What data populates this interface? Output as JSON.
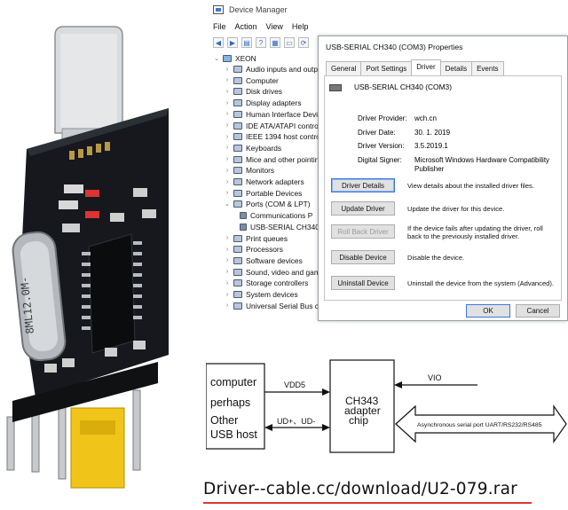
{
  "photo": {
    "chip_marking": "8ML12.0M-"
  },
  "device_manager": {
    "title": "Device Manager",
    "menu": [
      "File",
      "Action",
      "View",
      "Help"
    ],
    "root": "XEON",
    "tree": [
      {
        "label": "Audio inputs and outpu",
        "expanded": false
      },
      {
        "label": "Computer",
        "expanded": false
      },
      {
        "label": "Disk drives",
        "expanded": false
      },
      {
        "label": "Display adapters",
        "expanded": false
      },
      {
        "label": "Human Interface Devic",
        "expanded": false
      },
      {
        "label": "IDE ATA/ATAPI controlle",
        "expanded": false
      },
      {
        "label": "IEEE 1394 host controlle",
        "expanded": false
      },
      {
        "label": "Keyboards",
        "expanded": false
      },
      {
        "label": "Mice and other pointin",
        "expanded": false
      },
      {
        "label": "Monitors",
        "expanded": false
      },
      {
        "label": "Network adapters",
        "expanded": false
      },
      {
        "label": "Portable Devices",
        "expanded": false
      },
      {
        "label": "Ports (COM & LPT)",
        "expanded": true
      },
      {
        "label": "Communications P",
        "child": true
      },
      {
        "label": "USB-SERIAL CH340",
        "child": true
      },
      {
        "label": "Print queues",
        "expanded": false
      },
      {
        "label": "Processors",
        "expanded": false
      },
      {
        "label": "Software devices",
        "expanded": false
      },
      {
        "label": "Sound, video and gam",
        "expanded": false
      },
      {
        "label": "Storage controllers",
        "expanded": false
      },
      {
        "label": "System devices",
        "expanded": false
      },
      {
        "label": "Universal Serial Bus con",
        "expanded": false
      }
    ]
  },
  "properties": {
    "title": "USB-SERIAL CH340 (COM3) Properties",
    "tabs": [
      "General",
      "Port Settings",
      "Driver",
      "Details",
      "Events"
    ],
    "active_tab": "Driver",
    "device_name": "USB-SERIAL CH340 (COM3)",
    "fields": [
      {
        "label": "Driver Provider:",
        "value": "wch.cn"
      },
      {
        "label": "Driver Date:",
        "value": "30. 1. 2019"
      },
      {
        "label": "Driver Version:",
        "value": "3.5.2019.1"
      },
      {
        "label": "Digital Signer:",
        "value": "Microsoft Windows Hardware Compatibility Publisher"
      }
    ],
    "actions": [
      {
        "button": "Driver Details",
        "description": "View details about the installed driver files."
      },
      {
        "button": "Update Driver",
        "description": "Update the driver for this device."
      },
      {
        "button": "Roll Back Driver",
        "description": "If the device fails after updating the driver, roll back to the previously installed driver."
      },
      {
        "button": "Disable Device",
        "description": "Disable the device."
      },
      {
        "button": "Uninstall Device",
        "description": "Uninstall the device from the system (Advanced)."
      }
    ],
    "ok_label": "OK",
    "cancel_label": "Cancel"
  },
  "diagram": {
    "host_lines": [
      "computer",
      "perhaps",
      "Other",
      "USB host"
    ],
    "chip_lines": [
      "CH343",
      "adapter",
      "chip"
    ],
    "vdd_label": "VDD5",
    "data_label": "UD+、UD-",
    "vio_label": "VIO",
    "serial_label": "Asynchronous serial port UART/RS232/RS485"
  },
  "link": "Driver--cable.cc/download/U2-079.rar"
}
